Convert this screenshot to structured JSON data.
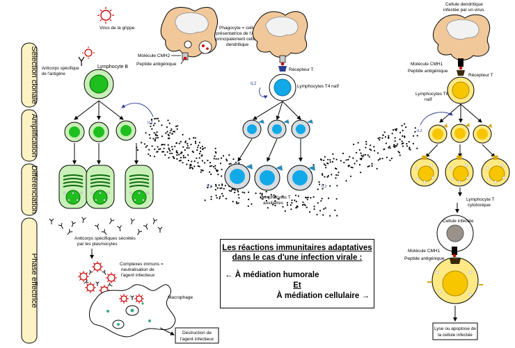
{
  "phases": [
    "Sélection clonale",
    "Amplification",
    "Différenciation",
    "Phase effectrice"
  ],
  "labels": {
    "virus": "Virus de la grippe",
    "anticorps_specifique_l1": "Anticorps spécifique",
    "anticorps_specifique_l2": "de l'antigène",
    "lymphocyte_b": "Lymphocyte B",
    "phagocyte_l1": "Phagocyte = cellule",
    "phagocyte_l2": "présentatrice de l'Ag,",
    "phagocyte_l3": "principalement cellule",
    "phagocyte_l4": "dendritique",
    "molecule_cmh2": "Molécule CMH2",
    "peptide_antigenique_left": "Peptide antigénique",
    "recepteur_t_mid": "Récepteur T",
    "il2_mid": "IL2",
    "t4_naif": "Lymphocytes T4 naïf",
    "il2_left": "IL2",
    "il2_bottom": "IL2",
    "il2_bottom_right": "IL2",
    "t_auxiliaires_l1": "Lymphocytes T",
    "t_auxiliaires_l2": "auxiliaires",
    "anticorps_secretes_l1": "Anticorps spécifiques sécrétés",
    "anticorps_secretes_l2": "par les plasmocytes",
    "complexes_l1": "Complexes immuns =",
    "complexes_l2": "neutralisation de",
    "complexes_l3": "l'agent infectieux",
    "macrophage": "Macrophage",
    "destruction_l1": "Destruction de",
    "destruction_l2": "l'agent infectieux",
    "dendritique_l1": "Cellule dendritique",
    "dendritique_l2": "infectée par un virus",
    "molecule_cmh1_top": "Molécule CMH1",
    "peptide_antigenique_right": "Peptide antigénique",
    "recepteur_t_right": "Récepteur T",
    "t8_naif_l1": "Lymphocytes T8",
    "t8_naif_l2": "naïf",
    "il2_right": "IL2",
    "t_cytotoxique_l1": "Lymphocyte T",
    "t_cytotoxique_l2": "cytotoxique",
    "cellule_infectee": "Cellule infectée",
    "molecule_cmh1_bottom": "Molécule CMH1",
    "peptide_antigenique_bottom": "Peptide antigénique",
    "lyse_l1": "Lyse ou apoptose de",
    "lyse_l2": "la cellule infectée"
  },
  "title_box": {
    "line1": "Les réactions immunitaires adaptatives",
    "line2": "dans le cas d'une infection virale :",
    "humorale": "← À médiation humorale",
    "et": "Et",
    "cellulaire": "À médiation cellulaire →"
  },
  "colors": {
    "b_cell_green": "#c9f0b8",
    "b_nucleus_green": "#1fbf1f",
    "t4_blue": "#12a9e8",
    "t8_yellow": "#ffe985",
    "t8_nucleus": "#f7c600",
    "phase_box": "#fbf3c4"
  }
}
